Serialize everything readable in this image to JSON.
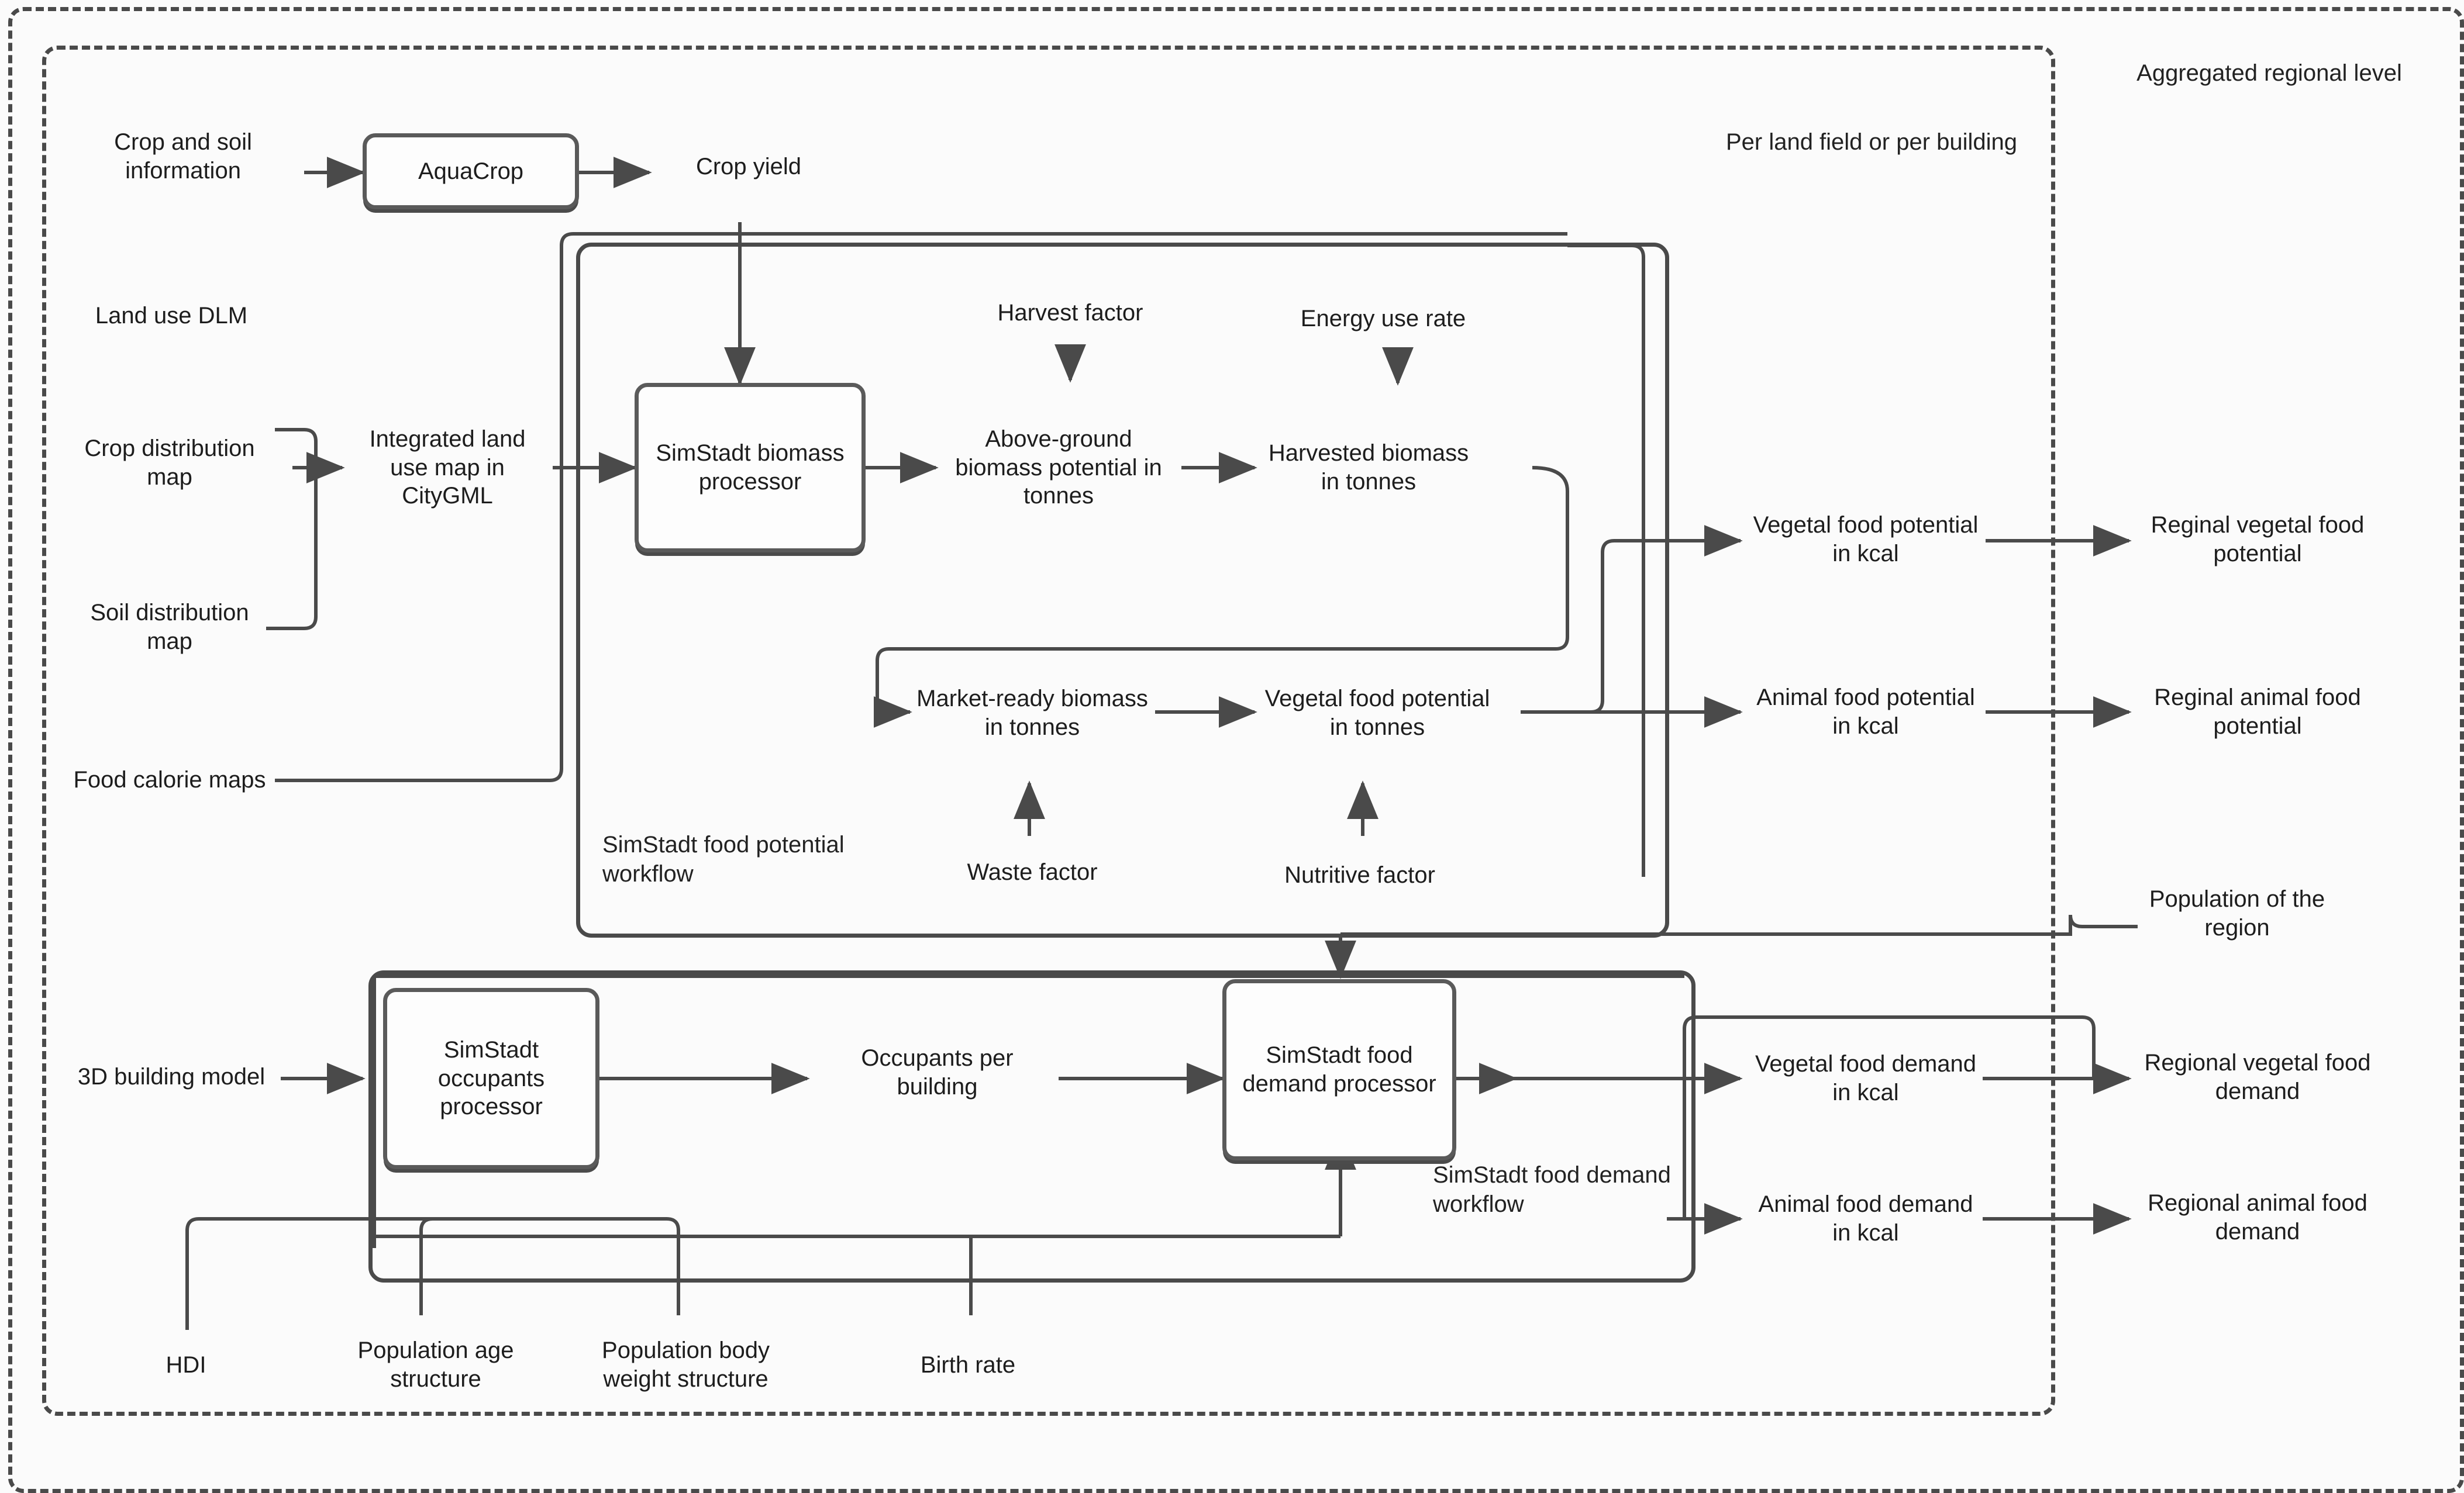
{
  "regions": {
    "outer_label": "",
    "per_field_caption": "Per land field or per building",
    "aggregated_caption": "Aggregated regional level"
  },
  "workflows": {
    "food_potential_label": "SimStadt food potential workflow",
    "food_demand_label": "SimStadt food demand workflow"
  },
  "nodes": {
    "crop_soil_information": "Crop and soil information",
    "aquacrop": "AquaCrop",
    "crop_yield": "Crop yield",
    "land_use_dlm": "Land use DLM",
    "crop_distribution_map": "Crop distribution map",
    "soil_distribution_map": "Soil distribution map",
    "food_calorie_maps": "Food calorie maps",
    "integrated_land_use_map": "Integrated land use map in CityGML",
    "simstadt_biomass_processor": "SimStadt biomass processor",
    "harvest_factor": "Harvest factor",
    "energy_use_rate": "Energy use rate",
    "above_ground_biomass": "Above-ground biomass potential in tonnes",
    "harvested_biomass": "Harvested biomass in tonnes",
    "market_ready_biomass": "Market-ready biomass in tonnes",
    "vegetal_food_potential_tonnes": "Vegetal food potential in tonnes",
    "waste_factor": "Waste factor",
    "nutritive_factor": "Nutritive factor",
    "vegetal_food_potential_kcal": "Vegetal food potential in kcal",
    "animal_food_potential_kcal": "Animal food potential in kcal",
    "reginal_vegetal_food_potential": "Reginal vegetal food potential",
    "reginal_animal_food_potential": "Reginal animal food potential",
    "population_of_the_region": "Population of the region",
    "building_model_3d": "3D building model",
    "simstadt_occupants_processor": "SimStadt occupants processor",
    "occupants_per_building": "Occupants per building",
    "simstadt_food_demand_processor": "SimStadt food demand processor",
    "hdi": "HDI",
    "population_age_structure": "Population age structure",
    "population_body_weight_structure": "Population body weight structure",
    "birth_rate": "Birth rate",
    "vegetal_food_demand_kcal": "Vegetal food demand in kcal",
    "animal_food_demand_kcal": "Animal food demand in kcal",
    "regional_vegetal_food_demand": "Regional vegetal food demand",
    "regional_animal_food_demand": "Regional animal food demand"
  },
  "colors": {
    "input_fill": "#f9e6a3",
    "output_fill": "#c3e2f4",
    "process_fill": "#fdfdfd",
    "stroke": "#4a4a4a",
    "background": "#fbfbfb"
  }
}
